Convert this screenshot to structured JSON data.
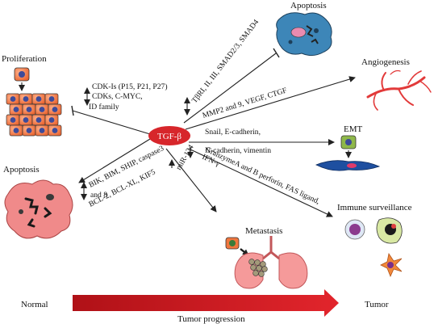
{
  "center": {
    "label": "TGF-β",
    "color": "#d7262b"
  },
  "nodes": {
    "proliferation": "Proliferation",
    "apoptosis_top": "Apoptosis",
    "angiogenesis": "Angiogenesis",
    "emt": "EMT",
    "apoptosis_left": "Apoptosis",
    "immune": "Immune surveillance",
    "metastasis": "Metastasis"
  },
  "edges": {
    "cdk": [
      "CDK-Is (P15, P21, P27)",
      "CDKs, C-MYC,",
      "ID family"
    ],
    "receptors": "TβRI, II, III, SMAD2/3, SMAD4",
    "mmp": "MMP2 and 9, VEGF, CTGF",
    "snail": [
      "Snail, E-cadherin,",
      "N-cadherin, vimentin"
    ],
    "granzyme": "GranzymeA and B perforin, FAS ligand,",
    "ifn": "IFN-γ",
    "bik": [
      "BIK, BIM, SHIP, caspase3",
      "and 8",
      "BCL-2, BCL-XL, KIF5"
    ],
    "mir": "miR-124"
  },
  "bottom": {
    "normal": "Normal",
    "tumor": "Tumor",
    "progression": "Tumor progression",
    "arrow_color": "#d7262b"
  },
  "colors": {
    "cell_orange": "#f0763e",
    "nucleus": "#3d4b9a",
    "apoptosis_blue": "#3d86b8",
    "apoptosis_pink": "#f08a8a",
    "vessel": "#e23a3a",
    "lung": "#f59a9a"
  }
}
